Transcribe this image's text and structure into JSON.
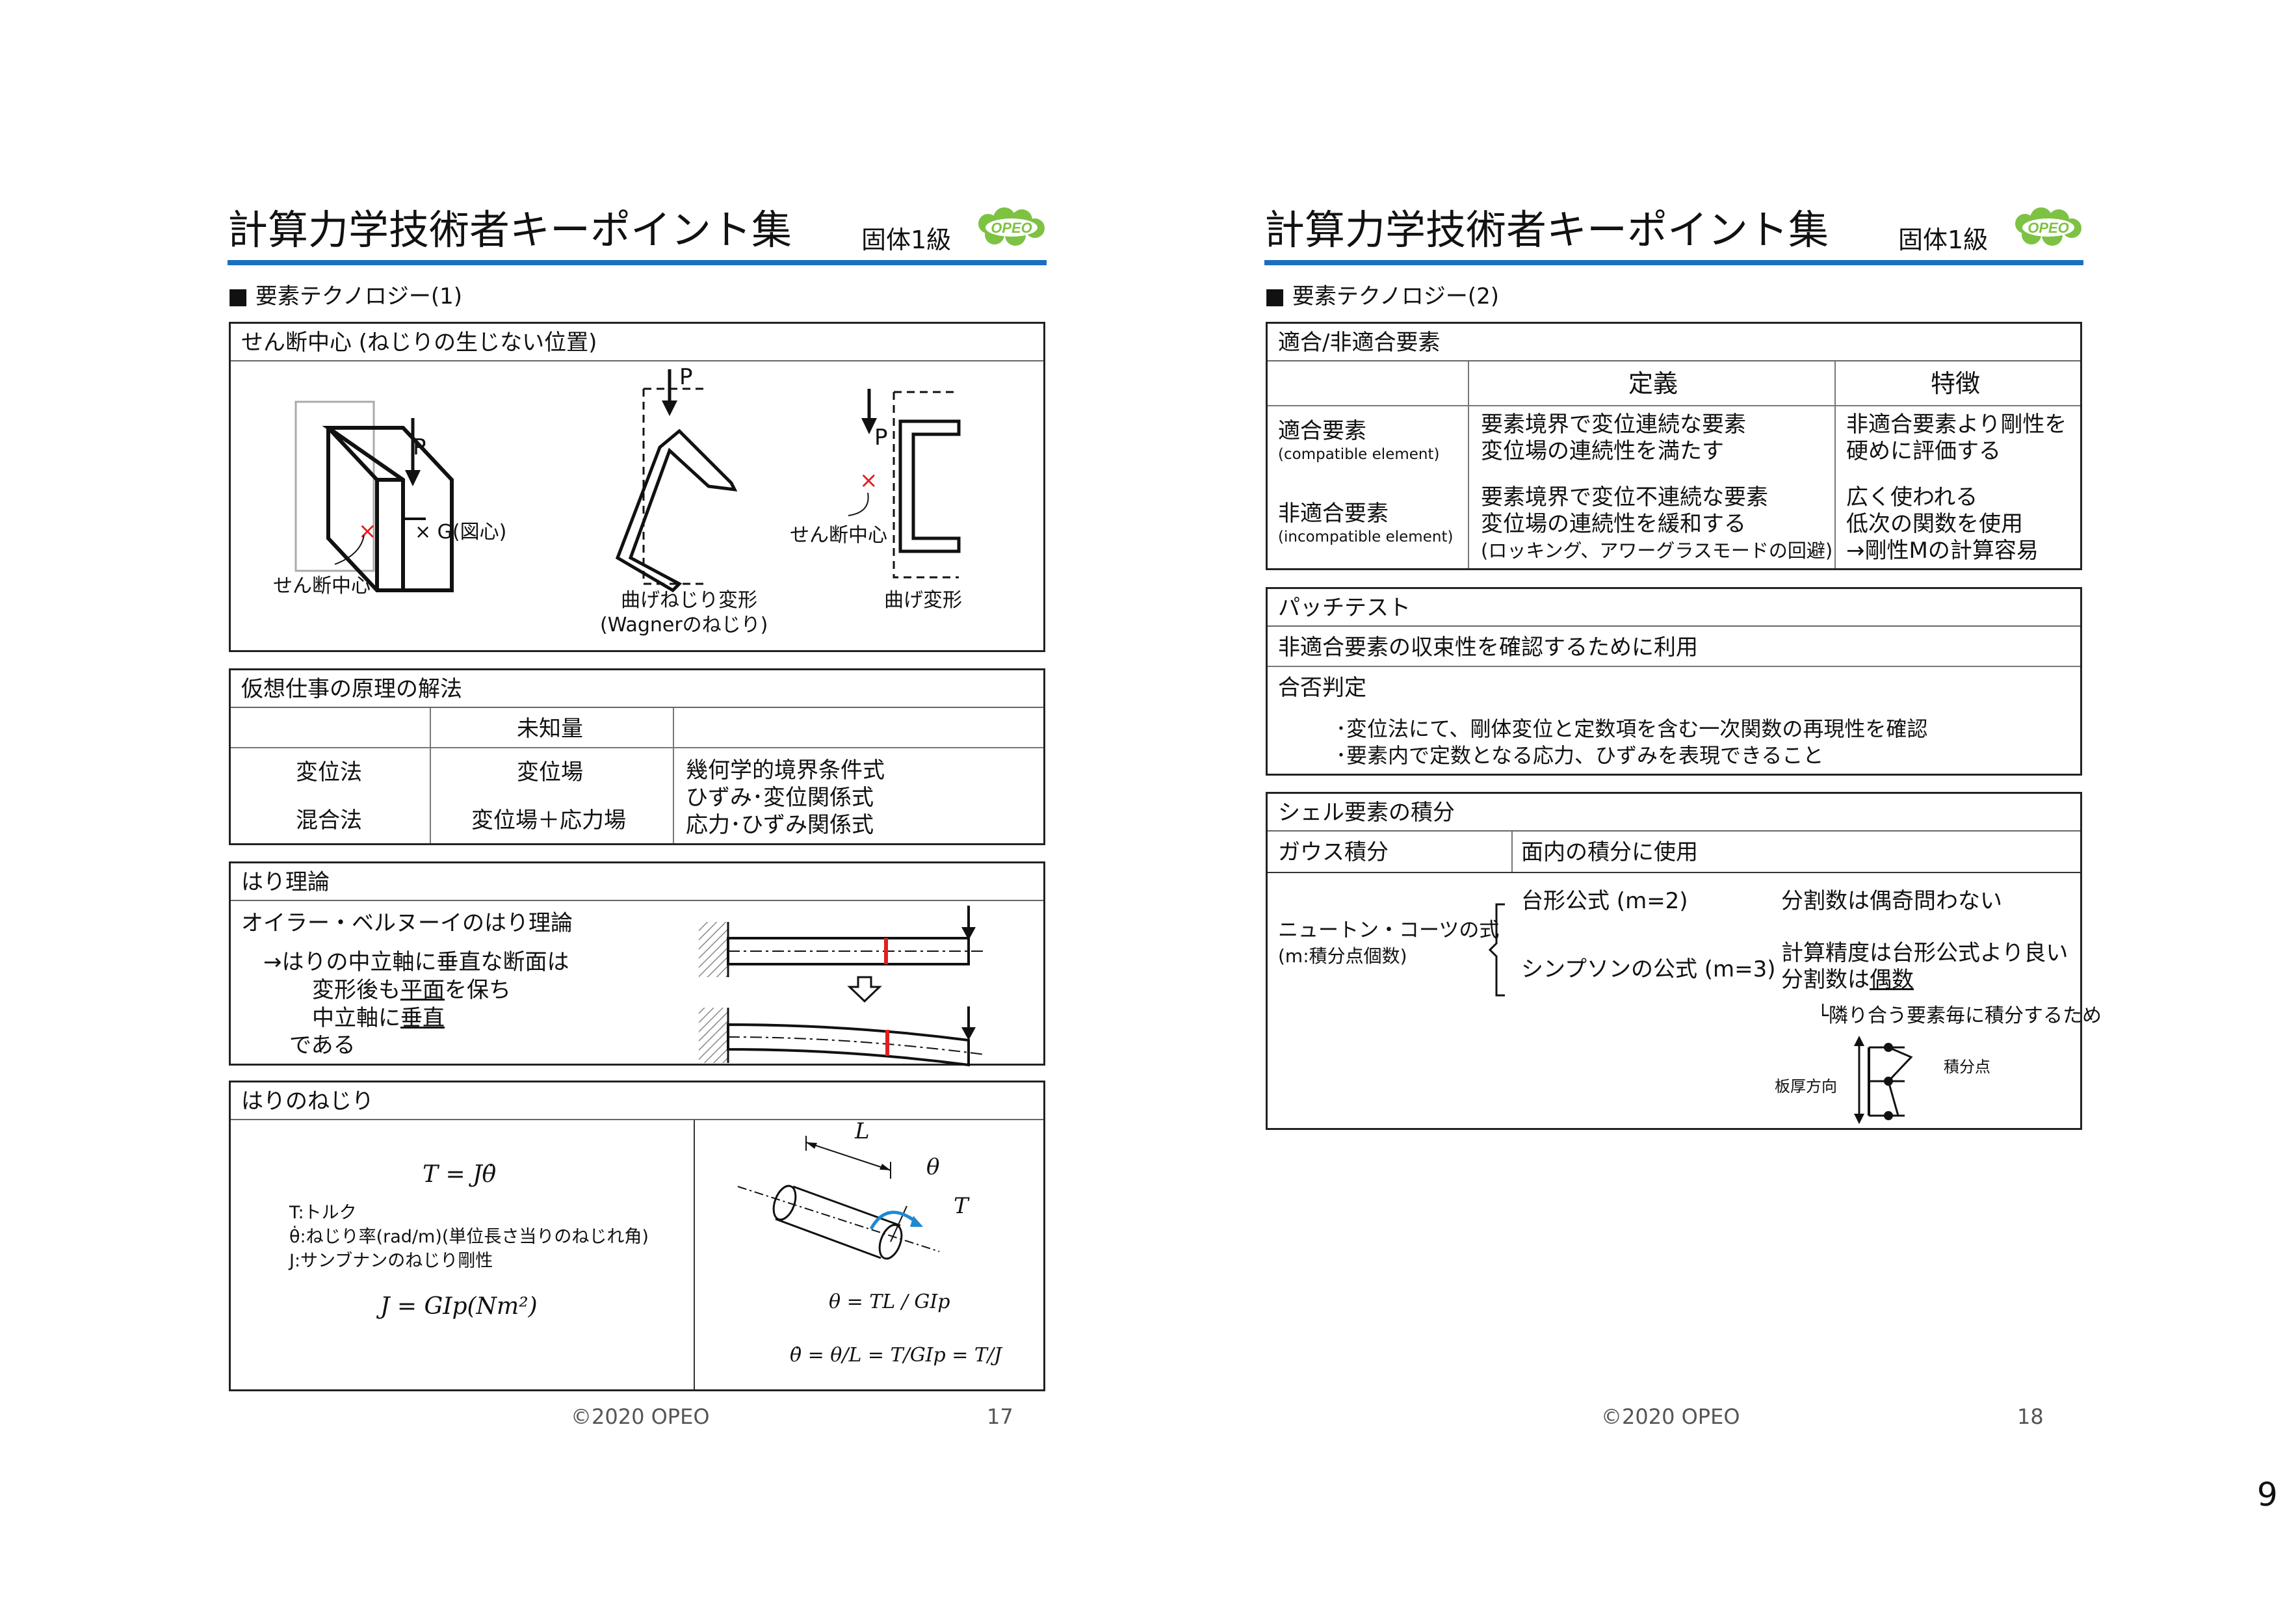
{
  "page_number": "9",
  "slide17": {
    "header": {
      "title": "計算力学技術者キーポイント集",
      "grade": "固体1級",
      "logo": "OPEO"
    },
    "section": "■ 要素テクノロジー(1)",
    "shear": {
      "title": "せん断中心 (ねじりの生じない位置)",
      "p1": "P",
      "p2": "P",
      "p3": "P",
      "g_label": "× G(図心)",
      "shear_center_label": "せん断中心",
      "shear_center_label2": "せん断中心",
      "torsion_label1": "曲げねじり変形",
      "torsion_label2": "(Wagnerのねじり)",
      "bend_label": "曲げ変形"
    },
    "virtual": {
      "title": "仮想仕事の原理の解法",
      "col_unknown": "未知量",
      "row1_method": "変位法",
      "row1_unknown": "変位場",
      "row2_method": "混合法",
      "row2_unknown": "変位場＋応力場",
      "cond1": "幾何学的境界条件式",
      "cond2": "ひずみ･変位関係式",
      "cond3": "応力･ひずみ関係式"
    },
    "beam": {
      "title": "はり理論",
      "line1": "オイラー・ベルヌーイのはり理論",
      "line2": "→はりの中立軸に垂直な断面は",
      "line3a": "変形後も",
      "line3b": "平面",
      "line3c": "を保ち",
      "line4a": "中立軸に",
      "line4b": "垂直",
      "line5": "である"
    },
    "twist": {
      "title": "はりのねじり",
      "eq1": "T = Jθ̇",
      "def1": "T:トルク",
      "def2": "θ̇:ねじり率(rad/m)(単位長さ当りのねじれ角)",
      "def3": "J:サンブナンのねじり剛性",
      "eq2": "J = GIp(Nm²)",
      "fig_L": "L",
      "fig_theta": "θ",
      "fig_T": "T",
      "eq3": "θ = TL / GIp",
      "eq4": "θ̇ = θ/L = T/GIp = T/J"
    },
    "footer": {
      "copy": "©2020 OPEO",
      "page": "17"
    }
  },
  "slide18": {
    "header": {
      "title": "計算力学技術者キーポイント集",
      "grade": "固体1級",
      "logo": "OPEO"
    },
    "section": "■ 要素テクノロジー(2)",
    "compat": {
      "title": "適合/非適合要素",
      "col_def": "定義",
      "col_feat": "特徴",
      "row1_name": "適合要素",
      "row1_en": "(compatible element)",
      "row1_def1": "要素境界で変位連続な要素",
      "row1_def2": "変位場の連続性を満たす",
      "row1_feat1": "非適合要素より剛性を",
      "row1_feat2": "硬めに評価する",
      "row2_name": "非適合要素",
      "row2_en": "(incompatible element)",
      "row2_def1": "要素境界で変位不連続な要素",
      "row2_def2": "変位場の連続性を緩和する",
      "row2_def3": "(ロッキング、アワーグラスモードの回避)",
      "row2_feat1": "広く使われる",
      "row2_feat2": "低次の関数を使用",
      "row2_feat3": "→剛性Mの計算容易"
    },
    "patch": {
      "title": "パッチテスト",
      "line1": "非適合要素の収束性を確認するために利用",
      "line2": "合否判定",
      "line3": "･変位法にて、剛体変位と定数項を含む一次関数の再現性を確認",
      "line4": "･要素内で定数となる応力、ひずみを表現できること"
    },
    "shell": {
      "title": "シェル要素の積分",
      "gauss": "ガウス積分",
      "gauss_use": "面内の積分に使用",
      "nc1": "ニュートン・コーツの式",
      "nc2": "(m:積分点個数)",
      "trap": "台形公式 (m=2)",
      "trap_note": "分割数は偶奇問わない",
      "simp": "シンプソンの公式 (m=3)",
      "simp_note1": "計算精度は台形公式より良い",
      "simp_note2a": "分割数は",
      "simp_note2b": "偶数",
      "adj": "└隣り合う要素毎に積分するため",
      "thick": "板厚方向",
      "ip": "積分点"
    },
    "footer": {
      "copy": "©2020 OPEO",
      "page": "18"
    }
  },
  "colors": {
    "accent": "#1a6fc0",
    "logo_green": "#7dc242",
    "red": "#e02020",
    "blue_arrow": "#1e88d0"
  }
}
